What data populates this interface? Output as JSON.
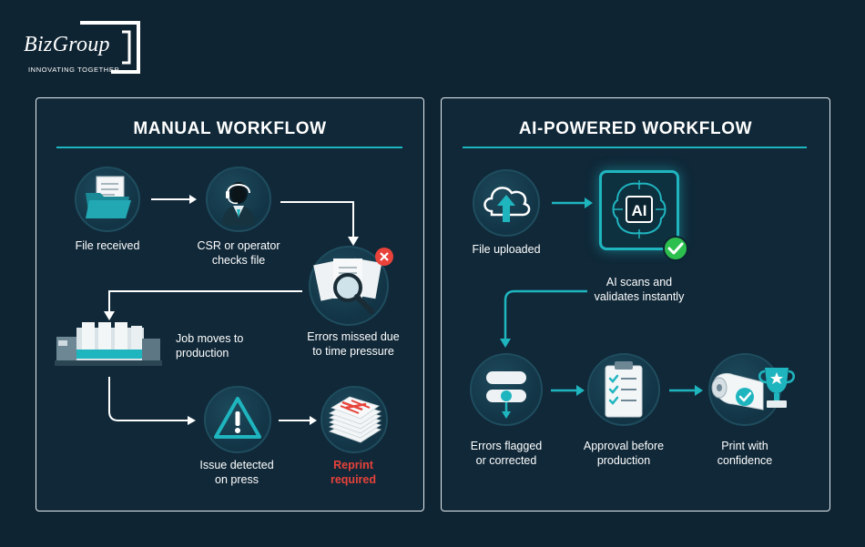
{
  "logo": {
    "name": "BizGroup",
    "tagline": "INNOVATING TOGETHER"
  },
  "manual": {
    "title": "MANUAL WORKFLOW",
    "steps": [
      {
        "id": "file-received",
        "label": "File received"
      },
      {
        "id": "csr-check",
        "label_lines": [
          "CSR or operator",
          "checks file"
        ]
      },
      {
        "id": "errors-missed",
        "label_lines": [
          "Errors missed due",
          "to time pressure"
        ]
      },
      {
        "id": "production",
        "label_lines": [
          "Job moves to",
          "production"
        ]
      },
      {
        "id": "issue-detected",
        "label_lines": [
          "Issue detected",
          "on press"
        ]
      },
      {
        "id": "reprint",
        "label_lines": [
          "Reprint",
          "required"
        ]
      }
    ]
  },
  "ai": {
    "title": "AI-POWERED WORKFLOW",
    "chip_text": "AI",
    "steps": [
      {
        "id": "file-uploaded",
        "label": "File uploaded"
      },
      {
        "id": "ai-scan",
        "label_lines": [
          "AI scans and",
          "validates instantly"
        ]
      },
      {
        "id": "errors-flagged",
        "label_lines": [
          "Errors flagged",
          "or corrected"
        ]
      },
      {
        "id": "approval",
        "label_lines": [
          "Approval before",
          "production"
        ]
      },
      {
        "id": "print",
        "label_lines": [
          "Print with",
          "confidence"
        ]
      }
    ]
  },
  "colors": {
    "background": "#0f2432",
    "teal_accent": "#1fb5bf",
    "alert_red": "#e8423a",
    "success_green": "#2dbf4e"
  }
}
